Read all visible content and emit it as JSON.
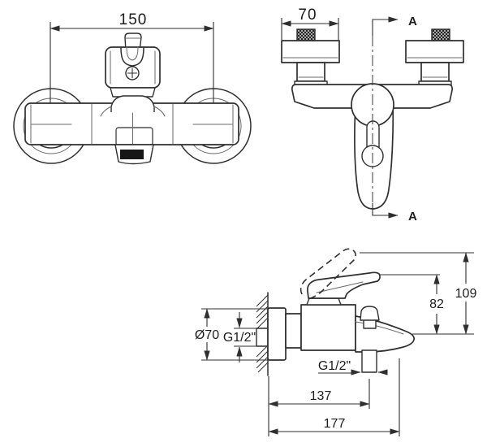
{
  "colors": {
    "background": "#ffffff",
    "line": "#2f2f2f",
    "aerator_fill": "#161616"
  },
  "views": {
    "front": {
      "dim_center_distance": "150"
    },
    "side": {
      "dim_flange_width": "70",
      "section_marker_top": "A",
      "section_marker_bottom": "A"
    },
    "installation": {
      "dim_height_open": "109",
      "dim_height_spout": "82",
      "dim_flange_diameter": "Ø70",
      "dim_inlet_thread": "G1/2\"",
      "dim_shower_outlet_thread": "G1/2\"",
      "dim_wall_to_shower_outlet": "137",
      "dim_wall_to_spout_tip": "177"
    }
  }
}
